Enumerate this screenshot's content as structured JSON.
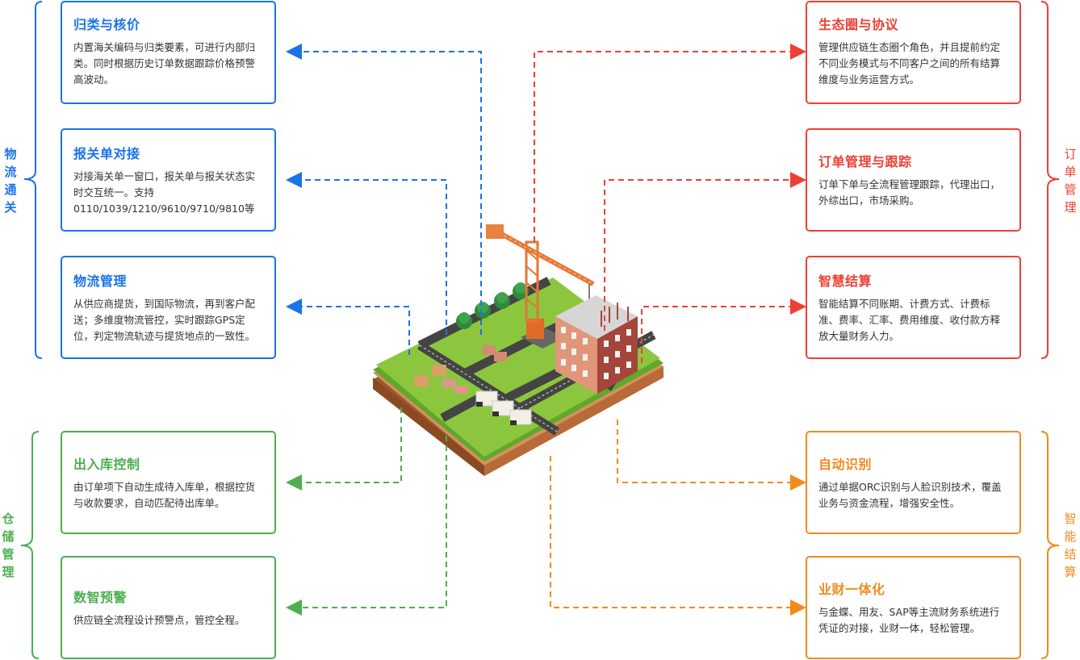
{
  "colors": {
    "logistics": "#1a73e8",
    "order": "#ee3f34",
    "warehouse": "#4cae4f",
    "settlement": "#f28a1e"
  },
  "groups": {
    "logistics": {
      "label": [
        "物",
        "流",
        "通",
        "关"
      ]
    },
    "order": {
      "label": [
        "订",
        "单",
        "管",
        "理"
      ]
    },
    "warehouse": {
      "label": [
        "仓",
        "储",
        "管",
        "理"
      ]
    },
    "settlement": {
      "label": [
        "智",
        "能",
        "结",
        "算"
      ]
    }
  },
  "cards": {
    "classify": {
      "title": "归类与核价",
      "desc": "内置海关编码与归类要素，可进行内部归类。同时根据历史订单数据跟踪价格预警高波动。"
    },
    "declaration": {
      "title": "报关单对接",
      "desc": "对接海关单一窗口，报关单与报关状态实时交互统一。支持0110/1039/1210/9610/9710/9810等"
    },
    "logistics_mgmt": {
      "title": "物流管理",
      "desc": "从供应商提货，到国际物流，再到客户配送；多维度物流管控，实时跟踪GPS定位，判定物流轨迹与提货地点的一致性。"
    },
    "inout": {
      "title": "出入库控制",
      "desc": "由订单项下自动生成待入库单，根据控货与收款要求，自动匹配待出库单。"
    },
    "warning": {
      "title": "数智预警",
      "desc": "供应链全流程设计预警点，管控全程。"
    },
    "ecosystem": {
      "title": "生态圈与协议",
      "desc": "管理供应链生态圈个角色，并且提前约定不同业务模式与不同客户之间的所有结算维度与业务运营方式。"
    },
    "order_track": {
      "title": "订单管理与跟踪",
      "desc": "订单下单与全流程管理跟踪，代理出口，外综出口，市场采购。"
    },
    "smart_settle": {
      "title": "智慧结算",
      "desc": "智能结算不同账期、计费方式、计费标准、费率、汇率、费用维度、收付款方释放大量财务人力。"
    },
    "auto_recog": {
      "title": "自动识别",
      "desc": "通过单据ORC识别与人脸识别技术，覆盖业务与资金流程，增强安全性。"
    },
    "finance": {
      "title": "业财一体化",
      "desc": "与金蝶、用友、SAP等主流财务系统进行凭证的对接，业财一体，轻松管理。"
    }
  }
}
